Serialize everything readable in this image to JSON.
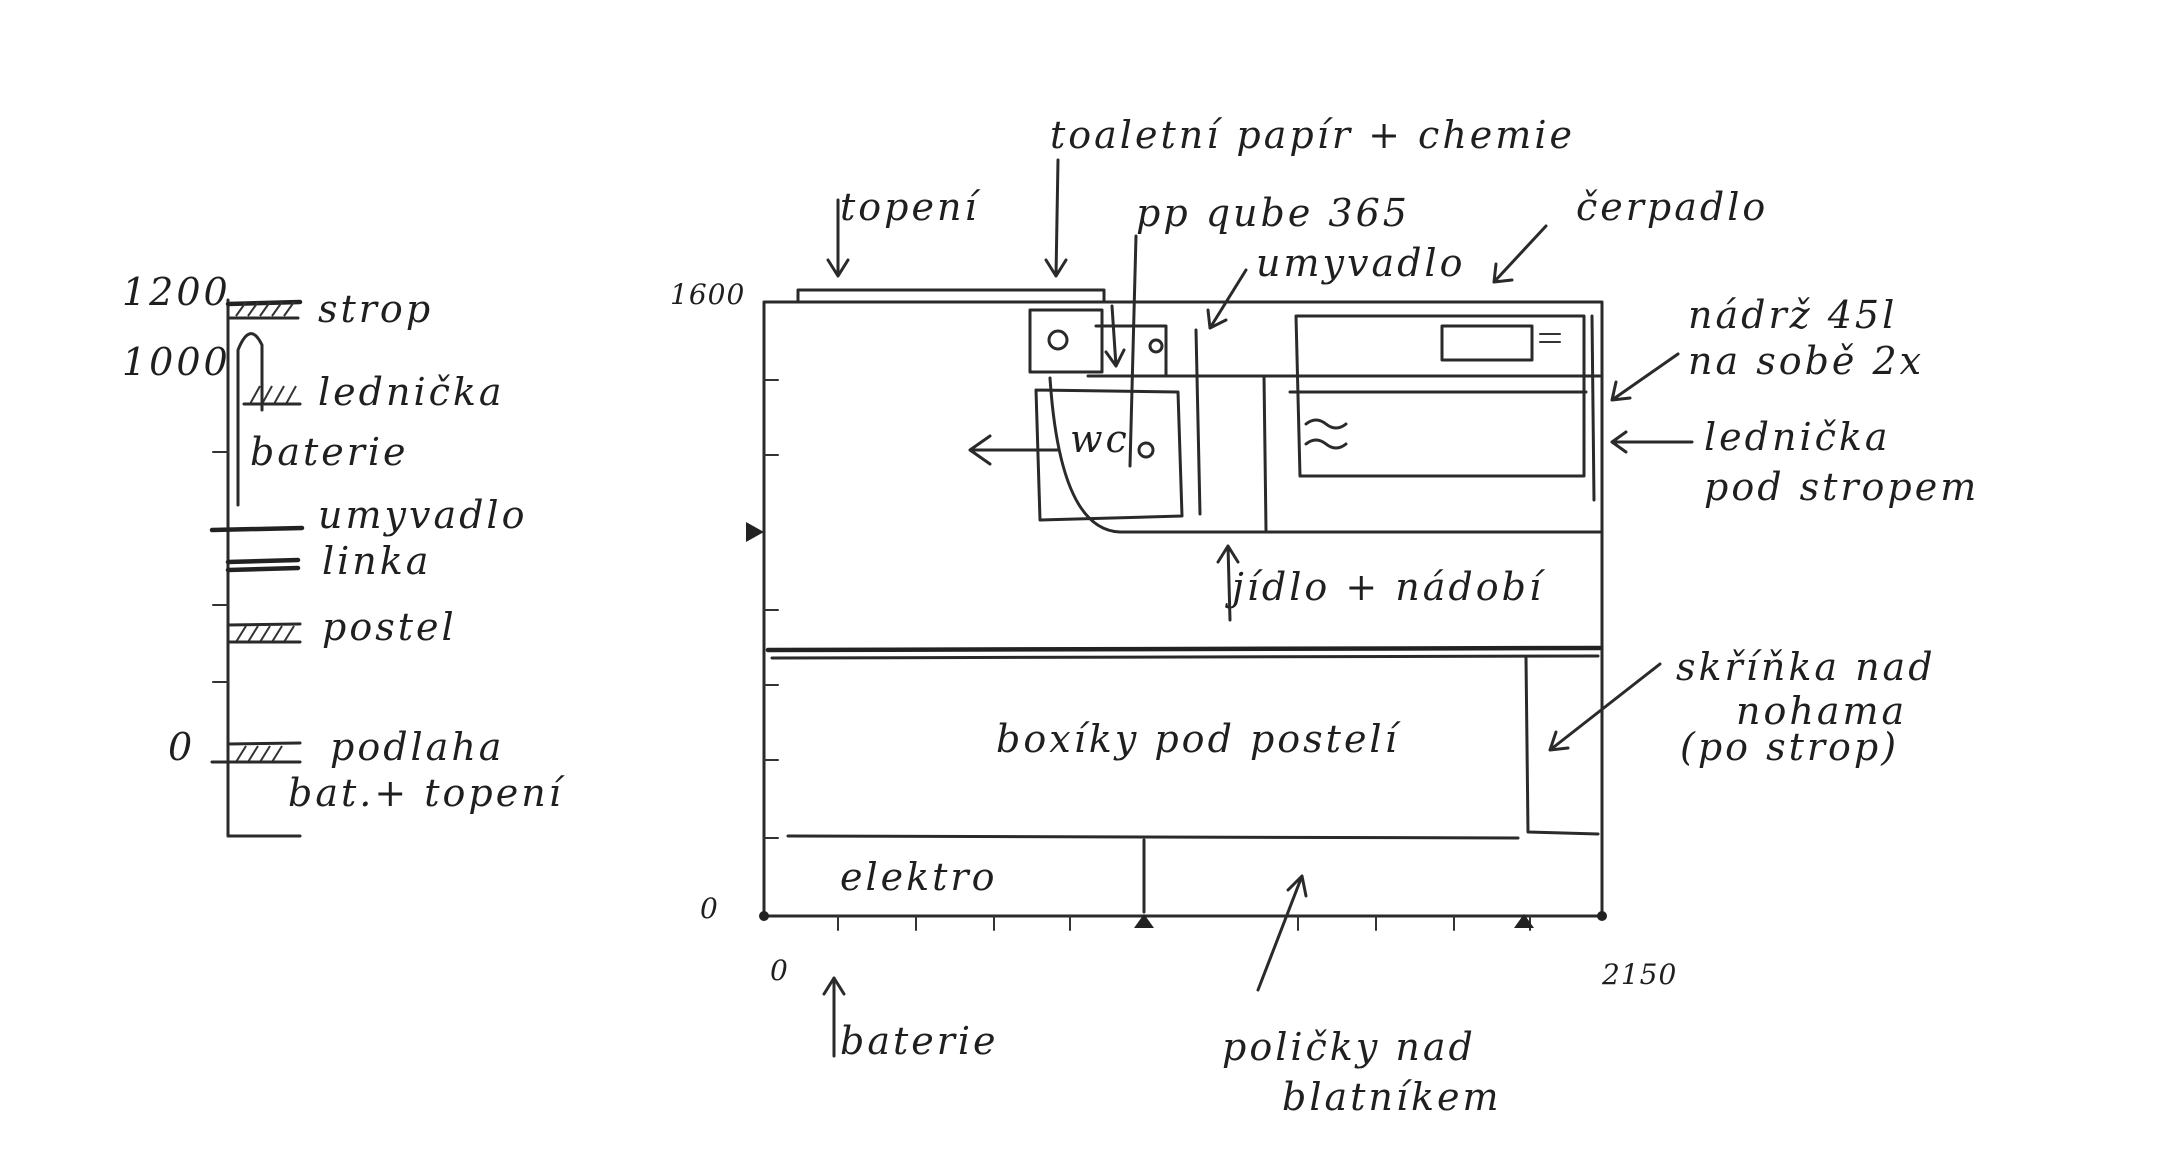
{
  "side_scale": {
    "ticks": [
      "1200",
      "1000",
      "0"
    ],
    "labels": [
      "strop",
      "lednička",
      "baterie",
      "umyvadlo",
      "linka",
      "postel",
      "podlaha",
      "bat.+ topení"
    ]
  },
  "main_view": {
    "axis": {
      "y_top": "1600",
      "y_bottom": "0",
      "x_left": "0",
      "x_right": "2150"
    },
    "labels": {
      "toilet_paper": "toaletní papír + chemie",
      "heater": "topení",
      "pp_qube": "pp qube 365",
      "washbasin": "umyvadlo",
      "pump": "čerpadlo",
      "tank": "nádrž 45l",
      "tank_sub": "na sobě 2x",
      "fridge": "lednička",
      "fridge_sub": "pod stropem",
      "wc": "wc",
      "food": "jídlo + nádobí",
      "boxes": "boxíky pod postelí",
      "cabinet": "skříňka nad",
      "cabinet_sub": "nohama",
      "cabinet_sub2": "(po strop)",
      "elektro": "elektro",
      "battery": "baterie",
      "shelves": "poličky nad",
      "shelves_sub": "blatníkem"
    }
  }
}
